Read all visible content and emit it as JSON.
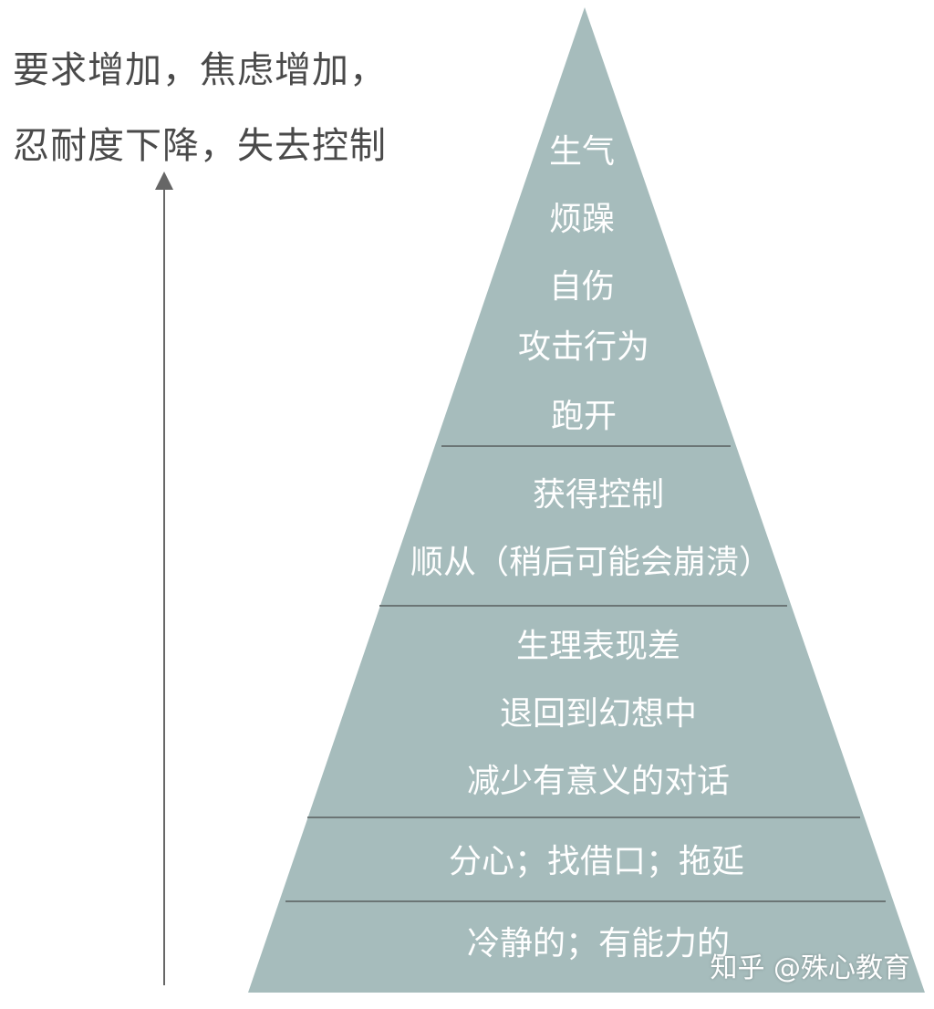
{
  "header": {
    "line1": "要求增加，焦虑增加，",
    "line2": "忍耐度下降，失去控制"
  },
  "pyramid": {
    "fill_color": "#a6bcbc",
    "divider_color": "#6b7575",
    "levels": [
      {
        "lines": [
          "生气",
          "烦躁",
          "自伤",
          "攻击行为",
          "跑开"
        ]
      },
      {
        "lines": [
          "获得控制",
          "顺从（稍后可能会崩溃）"
        ]
      },
      {
        "lines": [
          "生理表现差",
          "退回到幻想中",
          "减少有意义的对话"
        ]
      },
      {
        "lines": [
          "分心；找借口；拖延"
        ]
      },
      {
        "lines": [
          "冷静的；有能力的"
        ]
      }
    ]
  },
  "watermark": "知乎 @殊心教育",
  "arrow_color": "#666666"
}
